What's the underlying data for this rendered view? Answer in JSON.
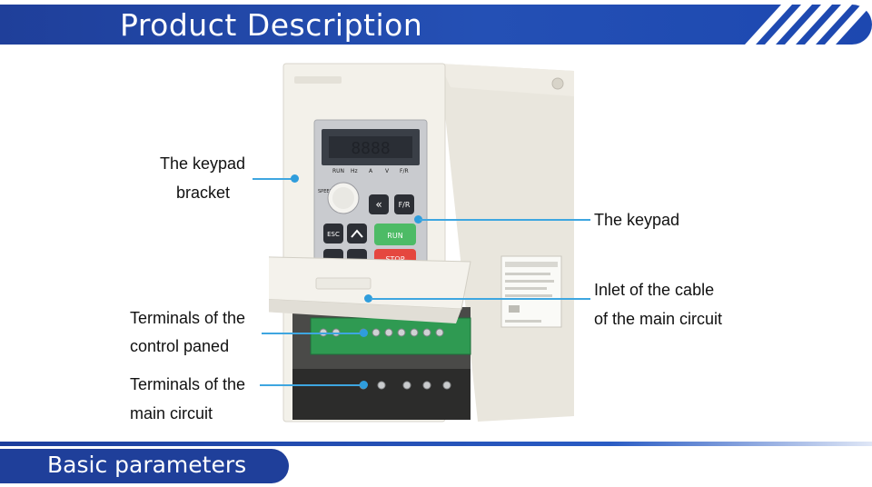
{
  "header": {
    "title": "Product Description"
  },
  "footer": {
    "title": "Basic parameters"
  },
  "callouts": {
    "keypad_bracket": [
      "The keypad",
      "bracket"
    ],
    "keypad": "The keypad",
    "inlet": [
      "Inlet of the cable",
      "of the main circuit"
    ],
    "control_terminals": [
      "Terminals of the",
      "control paned"
    ],
    "main_terminals": [
      "Terminals of the",
      "main circuit"
    ]
  },
  "keypad": {
    "indicator_labels": [
      "RUN",
      "Hz",
      "A",
      "V",
      "F/R"
    ],
    "speed_label": "SPEED",
    "fr_key": "F/R",
    "esc_key": "ESC",
    "run_key": "RUN",
    "stop_key": "STOP",
    "display_value": "8888"
  },
  "colors": {
    "banner": "#1f3f9a",
    "callout": "#3ea6e0",
    "run": "#4dbb66",
    "stop": "#e5473f",
    "terminal": "#2f9a52"
  }
}
